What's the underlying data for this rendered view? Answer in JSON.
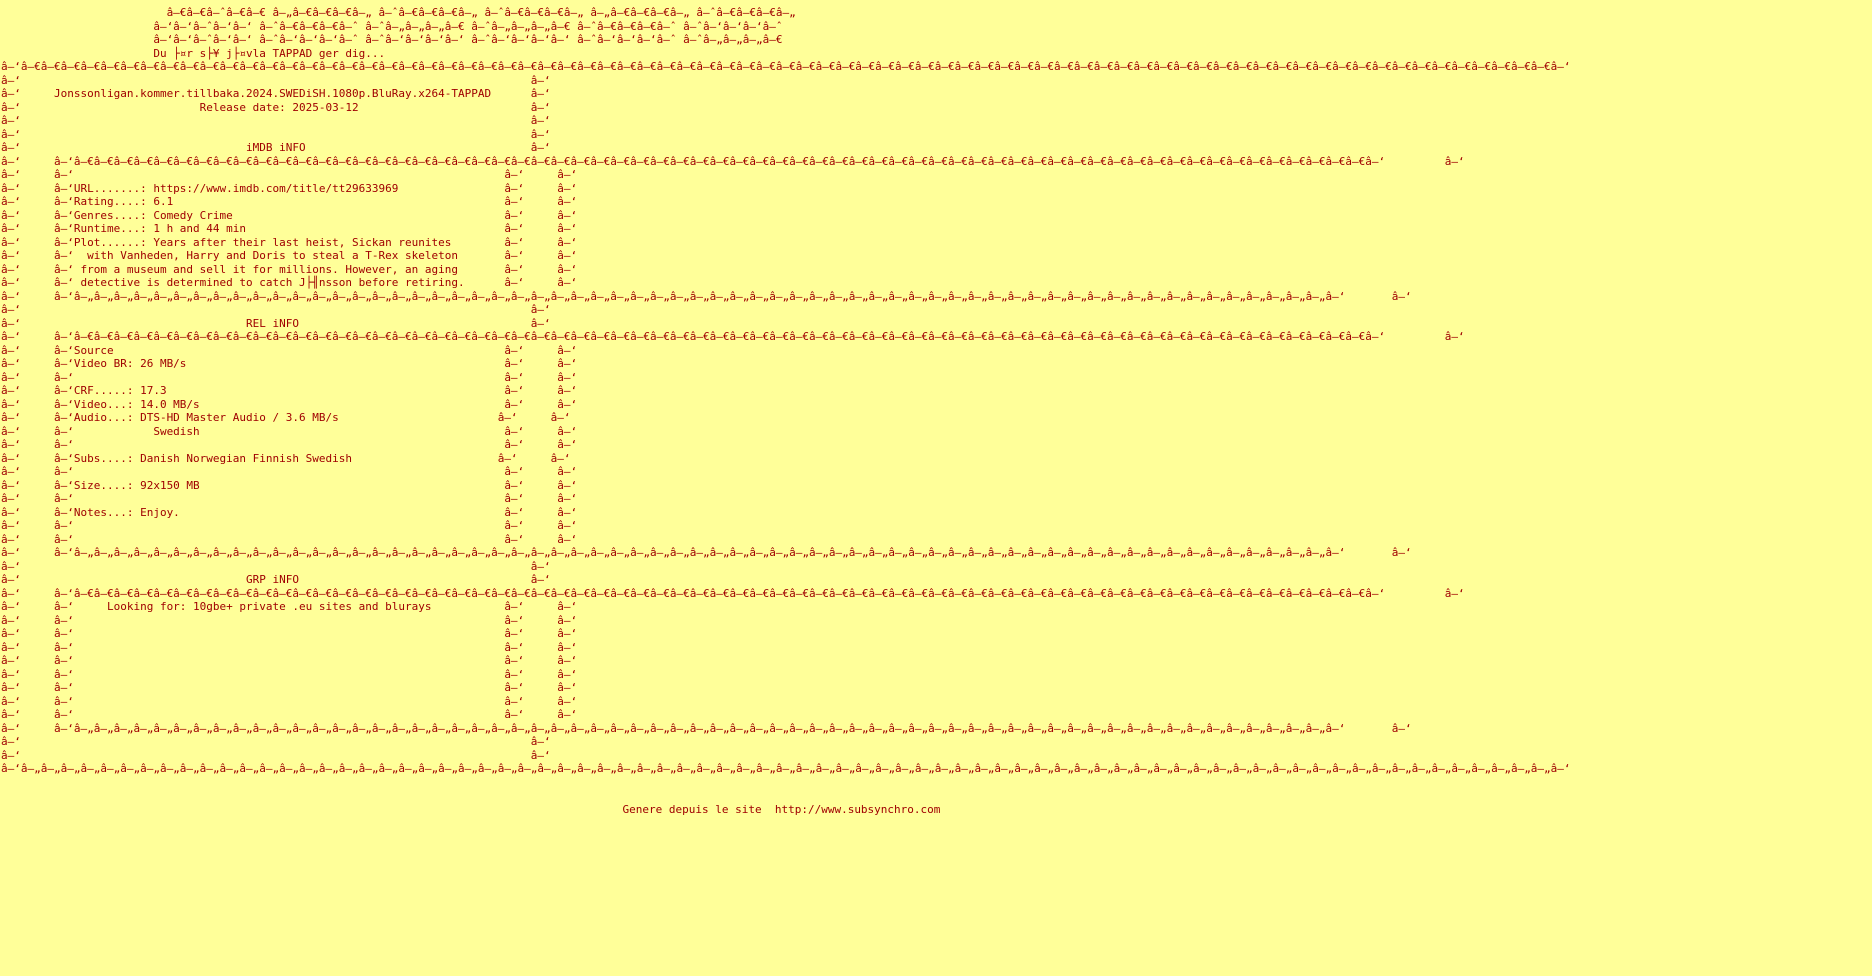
{
  "page": {
    "background": "#FFFF99",
    "text_color": "#A00000"
  },
  "release": {
    "name": "Jonssonligan.kommer.tillbaka.2024.SWEDiSH.1080p.BluRay.x264-TAPPAD",
    "release_date": "2025-03-12",
    "group": "TAPPAD",
    "tagline": "Du ├¤r s├¥ j├¤vla TAPPAD ger dig..."
  },
  "imdb_info": {
    "section_title": "iMDB iNFO",
    "url": "https://www.imdb.com/title/tt29633969",
    "rating": "6.1",
    "genres": "Comedy Crime",
    "runtime": "1 h and 44 min",
    "plot": "Years after their last heist, Sickan reunites with Vanheden, Harry and Doris to steal a T-Rex skeleton from a museum and sell it for millions. However, an aging detective is determined to catch J├╢nsson before retiring."
  },
  "rel_info": {
    "section_title": "REL iNFO",
    "source": "Source",
    "video_br": "26 MB/s",
    "crf": "17.3",
    "video": "14.0 MB/s",
    "audio": "DTS-HD Master Audio / 3.6 MB/s",
    "audio_language": "Swedish",
    "subs": "Danish Norwegian Finnish Swedish",
    "size": "92x150 MB",
    "notes": "Enjoy."
  },
  "grp_info": {
    "section_title": "GRP iNFO",
    "looking_for": "Looking for: 10gbe+ private .eu sites and blurays"
  },
  "footer": {
    "label": "Genere depuis le site",
    "url": "http://www.subsynchro.com"
  },
  "nfo_lines": [
    "                         â–€â–€â–ˆâ–€â–€ â–„â–€â–€â–€â–„ â–ˆâ–€â–€â–€â–„ â–ˆâ–€â–€â–€â–„ â–„â–€â–€â–€â–„ â–ˆâ–€â–€â–€â–„",
    "                       â–‘â–‘â–ˆâ–‘â–‘ â–ˆâ–€â–€â–€â–ˆ â–ˆâ–„â–„â–„â–€ â–ˆâ–„â–„â–„â–€ â–ˆâ–€â–€â–€â–ˆ â–ˆâ–‘â–‘â–‘â–ˆ",
    "                       â–‘â–‘â–ˆâ–‘â–‘ â–ˆâ–‘â–‘â–‘â–ˆ â–ˆâ–‘â–‘â–‘â–‘ â–ˆâ–‘â–‘â–‘â–‘ â–ˆâ–‘â–‘â–‘â–ˆ â–ˆâ–„â–„â–„â–€",
    "                       Du ├¤r s├¥ j├¤vla TAPPAD ger dig...",
    "â–‘â–€â–€â–€â–€â–€â–€â–€â–€â–€â–€â–€â–€â–€â–€â–€â–€â–€â–€â–€â–€â–€â–€â–€â–€â–€â–€â–€â–€â–€â–€â–€â–€â–€â–€â–€â–€â–€â–€â–€â–€â–€â–€â–€â–€â–€â–€â–€â–€â–€â–€â–€â–€â–€â–€â–€â–€â–€â–€â–€â–€â–€â–€â–€â–€â–€â–€â–€â–€â–€â–€â–€â–€â–€â–€â–€â–€â–€â–‘",
    "â–‘                                                                             â–‘",
    "â–‘     Jonssonligan.kommer.tillbaka.2024.SWEDiSH.1080p.BluRay.x264-TAPPAD      â–‘",
    "â–‘                           Release date: 2025-03-12                          â–‘",
    "â–‘                                                                             â–‘",
    "â–‘                                                                             â–‘",
    "â–‘                                  iMDB iNFO                                  â–‘",
    "â–‘     â–‘â–€â–€â–€â–€â–€â–€â–€â–€â–€â–€â–€â–€â–€â–€â–€â–€â–€â–€â–€â–€â–€â–€â–€â–€â–€â–€â–€â–€â–€â–€â–€â–€â–€â–€â–€â–€â–€â–€â–€â–€â–€â–€â–€â–€â–€â–€â–€â–€â–€â–€â–€â–€â–€â–€â–€â–€â–€â–€â–€â–€â–€â–€â–€â–€â–€â–‘         â–‘",
    "â–‘     â–‘                                                                 â–‘     â–‘",
    "â–‘     â–‘URL.......: https://www.imdb.com/title/tt29633969                â–‘     â–‘",
    "â–‘     â–‘Rating....: 6.1                                                  â–‘     â–‘",
    "â–‘     â–‘Genres....: Comedy Crime                                         â–‘     â–‘",
    "â–‘     â–‘Runtime...: 1 h and 44 min                                       â–‘     â–‘",
    "â–‘     â–‘Plot......: Years after their last heist, Sickan reunites        â–‘     â–‘",
    "â–‘     â–‘  with Vanheden, Harry and Doris to steal a T-Rex skeleton       â–‘     â–‘",
    "â–‘     â–‘ from a museum and sell it for millions. However, an aging       â–‘     â–‘",
    "â–‘     â–‘ detective is determined to catch J├╢nsson before retiring.      â–‘     â–‘",
    "â–‘     â–‘â–„â–„â–„â–„â–„â–„â–„â–„â–„â–„â–„â–„â–„â–„â–„â–„â–„â–„â–„â–„â–„â–„â–„â–„â–„â–„â–„â–„â–„â–„â–„â–„â–„â–„â–„â–„â–„â–„â–„â–„â–„â–„â–„â–„â–„â–„â–„â–„â–„â–„â–„â–„â–„â–„â–„â–„â–„â–„â–„â–„â–„â–„â–„â–‘       â–‘",
    "â–‘                                                                             â–‘",
    "â–‘                                  REL iNFO                                   â–‘",
    "â–‘     â–‘â–€â–€â–€â–€â–€â–€â–€â–€â–€â–€â–€â–€â–€â–€â–€â–€â–€â–€â–€â–€â–€â–€â–€â–€â–€â–€â–€â–€â–€â–€â–€â–€â–€â–€â–€â–€â–€â–€â–€â–€â–€â–€â–€â–€â–€â–€â–€â–€â–€â–€â–€â–€â–€â–€â–€â–€â–€â–€â–€â–€â–€â–€â–€â–€â–€â–‘         â–‘",
    "â–‘     â–‘Source                                                           â–‘     â–‘",
    "â–‘     â–‘Video BR: 26 MB/s                                                â–‘     â–‘",
    "â–‘     â–‘                                                                 â–‘     â–‘",
    "â–‘     â–‘CRF.....: 17.3                                                   â–‘     â–‘",
    "â–‘     â–‘Video...: 14.0 MB/s                                              â–‘     â–‘",
    "â–‘     â–‘Audio...: DTS-HD Master Audio / 3.6 MB/s                        â–‘     â–‘",
    "â–‘     â–‘            Swedish                                              â–‘     â–‘",
    "â–‘     â–‘                                                                 â–‘     â–‘",
    "â–‘     â–‘Subs....: Danish Norwegian Finnish Swedish                      â–‘     â–‘",
    "â–‘     â–‘                                                                 â–‘     â–‘",
    "â–‘     â–‘Size....: 92x150 MB                                              â–‘     â–‘",
    "â–‘     â–‘                                                                 â–‘     â–‘",
    "â–‘     â–‘Notes...: Enjoy.                                                 â–‘     â–‘",
    "â–‘     â–‘                                                                 â–‘     â–‘",
    "â–‘     â–‘                                                                 â–‘     â–‘",
    "â–‘     â–‘â–„â–„â–„â–„â–„â–„â–„â–„â–„â–„â–„â–„â–„â–„â–„â–„â–„â–„â–„â–„â–„â–„â–„â–„â–„â–„â–„â–„â–„â–„â–„â–„â–„â–„â–„â–„â–„â–„â–„â–„â–„â–„â–„â–„â–„â–„â–„â–„â–„â–„â–„â–„â–„â–„â–„â–„â–„â–„â–„â–„â–„â–„â–„â–‘       â–‘",
    "â–‘                                                                             â–‘",
    "â–‘                                  GRP iNFO                                   â–‘",
    "â–‘     â–‘â–€â–€â–€â–€â–€â–€â–€â–€â–€â–€â–€â–€â–€â–€â–€â–€â–€â–€â–€â–€â–€â–€â–€â–€â–€â–€â–€â–€â–€â–€â–€â–€â–€â–€â–€â–€â–€â–€â–€â–€â–€â–€â–€â–€â–€â–€â–€â–€â–€â–€â–€â–€â–€â–€â–€â–€â–€â–€â–€â–€â–€â–€â–€â–€â–€â–‘         â–‘",
    "â–‘     â–‘     Looking for: 10gbe+ private .eu sites and blurays           â–‘     â–‘",
    "â–‘     â–‘                                                                 â–‘     â–‘",
    "â–‘     â–‘                                                                 â–‘     â–‘",
    "â–‘     â–‘                                                                 â–‘     â–‘",
    "â–‘     â–‘                                                                 â–‘     â–‘",
    "â–‘     â–‘                                                                 â–‘     â–‘",
    "â–‘     â–‘                                                                 â–‘     â–‘",
    "â–‘     â–‘                                                                 â–‘     â–‘",
    "â–‘     â–‘                                                                 â–‘     â–‘",
    "â–‘     â–‘â–„â–„â–„â–„â–„â–„â–„â–„â–„â–„â–„â–„â–„â–„â–„â–„â–„â–„â–„â–„â–„â–„â–„â–„â–„â–„â–„â–„â–„â–„â–„â–„â–„â–„â–„â–„â–„â–„â–„â–„â–„â–„â–„â–„â–„â–„â–„â–„â–„â–„â–„â–„â–„â–„â–„â–„â–„â–„â–„â–„â–„â–„â–„â–‘       â–‘",
    "â–‘                                                                             â–‘",
    "â–‘                                                                             â–‘",
    "â–‘â–„â–„â–„â–„â–„â–„â–„â–„â–„â–„â–„â–„â–„â–„â–„â–„â–„â–„â–„â–„â–„â–„â–„â–„â–„â–„â–„â–„â–„â–„â–„â–„â–„â–„â–„â–„â–„â–„â–„â–„â–„â–„â–„â–„â–„â–„â–„â–„â–„â–„â–„â–„â–„â–„â–„â–„â–„â–„â–„â–„â–„â–„â–„â–„â–„â–„â–„â–„â–„â–„â–„â–„â–„â–„â–„â–„â–„â–‘"
  ]
}
